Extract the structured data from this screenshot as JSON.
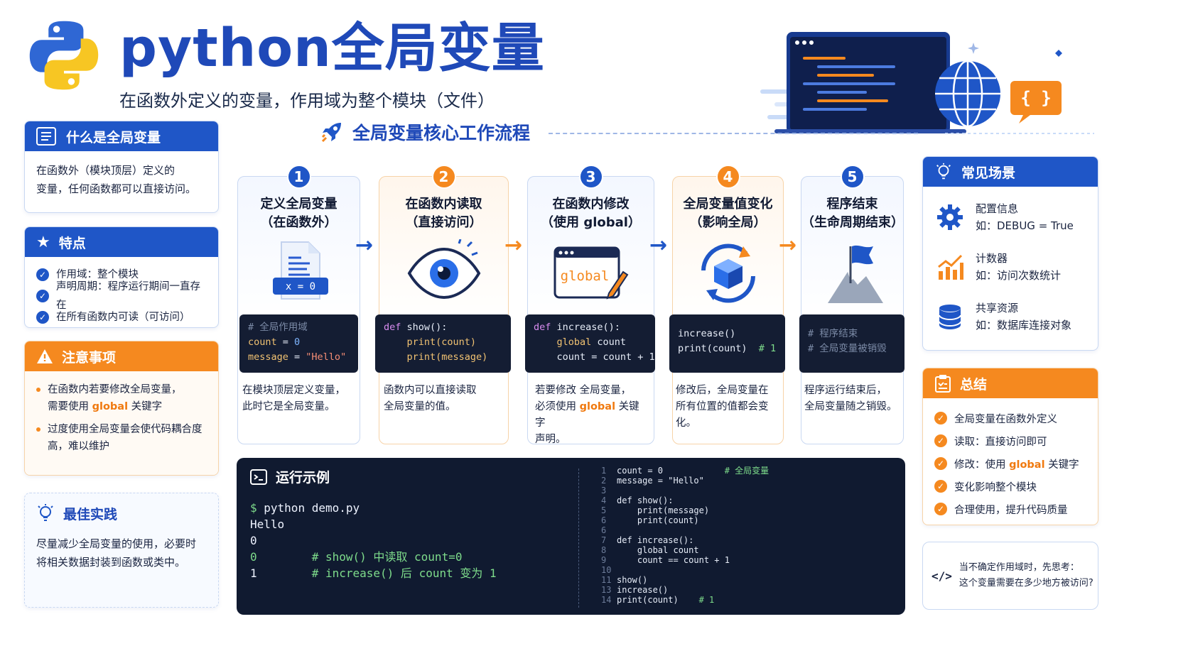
{
  "header": {
    "title": "python全局变量",
    "subtitle": "在函数外定义的变量，作用域为整个模块（文件）"
  },
  "hero": {
    "code_tag": "{ }"
  },
  "what": {
    "title": "什么是全局变量",
    "lines": [
      "在函数外（模块顶层）定义的",
      "变量，任何函数都可以直接访问。"
    ]
  },
  "features": {
    "title": "特点",
    "items": [
      "作用域：整个模块",
      "声明周期：程序运行期间一直存在",
      "在所有函数内可读（可访问）"
    ]
  },
  "notes": {
    "title": "注意事项",
    "item1_a": "在函数内若要修改全局变量，",
    "item1_b_pre": "需要使用 ",
    "item1_b_kw": "global",
    "item1_b_post": " 关键字",
    "item2_a": "过度使用全局变量会使代码耦合度",
    "item2_b": "高，难以维护"
  },
  "best": {
    "title": "最佳实践",
    "lines": [
      "尽量减少全局变量的使用，必要时",
      "将相关数据封装到函数或类中。"
    ]
  },
  "flow": {
    "title": "全局变量核心工作流程",
    "steps": [
      {
        "num": "1",
        "title1": "定义全局变量",
        "title2": "（在函数外）",
        "icon_label": "x = 0",
        "desc": [
          "在模块顶层定义变量，",
          "此时它是全局变量。"
        ]
      },
      {
        "num": "2",
        "title1": "在函数内读取",
        "title2": "（直接访问）",
        "desc": [
          "函数内可以直接读取",
          "全局变量的值。"
        ]
      },
      {
        "num": "3",
        "title1": "在函数内修改",
        "title2": "（使用 global）",
        "icon_label": "global",
        "desc_a": "若要修改 全局变量，",
        "desc_b_pre": "必须使用 ",
        "desc_b_kw": "global",
        "desc_b_post": " 关键字",
        "desc_c": "声明。"
      },
      {
        "num": "4",
        "title1": "全局变量值变化",
        "title2": "（影响全局）",
        "desc": [
          "修改后，全局变量在",
          "所有位置的值都会变化。"
        ]
      },
      {
        "num": "5",
        "title1": "程序结束",
        "title2": "（生命周期结束）",
        "desc": [
          "程序运行结束后，",
          "全局变量随之销毁。"
        ]
      }
    ],
    "code": {
      "s1": {
        "c1": "# 全局作用域",
        "a1": "count",
        "o1": " = ",
        "v1": "0",
        "a2": "message",
        "o2": " = ",
        "v2": "\"Hello\""
      },
      "s2": {
        "k": "def",
        "f": " show():",
        "p1": "    print",
        "p1a": "(count)",
        "p2": "    print",
        "p2a": "(message)"
      },
      "s3": {
        "k": "def",
        "f": " increase():",
        "g": "    global",
        "g2": " count",
        "l3": "    count = count + 1"
      },
      "s4": {
        "l1": "increase()",
        "l2": "print(count)",
        "c2": "  # 1"
      },
      "s5": {
        "c1": "# 程序结束",
        "c2": "# 全局变量被销毁"
      }
    }
  },
  "run": {
    "title": "运行示例",
    "prompt": "$",
    "cmd": " python demo.py",
    "out1": "Hello",
    "out2": "0",
    "out3": "0",
    "c3": "        # show() 中读取 count=0",
    "out4": "1",
    "c4": "        # increase() 后 count 变为 1",
    "src": [
      {
        "n": "1",
        "t": "count = 0",
        "c": "            # 全局变量"
      },
      {
        "n": "2",
        "t": "message = \"Hello\"",
        "c": ""
      },
      {
        "n": "3",
        "t": "",
        "c": ""
      },
      {
        "n": "4",
        "t": "def show():",
        "c": ""
      },
      {
        "n": "5",
        "t": "    print(message)",
        "c": ""
      },
      {
        "n": "6",
        "t": "    print(count)",
        "c": ""
      },
      {
        "n": "6",
        "t": "",
        "c": ""
      },
      {
        "n": "7",
        "t": "def increase():",
        "c": ""
      },
      {
        "n": "8",
        "t": "    global count",
        "c": ""
      },
      {
        "n": "9",
        "t": "    count == count + 1",
        "c": ""
      },
      {
        "n": "10",
        "t": "",
        "c": ""
      },
      {
        "n": "11",
        "t": "show()",
        "c": ""
      },
      {
        "n": "13",
        "t": "increase()",
        "c": ""
      },
      {
        "n": "14",
        "t": "print(count)",
        "c": "    # 1"
      }
    ]
  },
  "scenes": {
    "title": "常见场景",
    "items": [
      {
        "name": "配置信息",
        "ex": "如：DEBUG = True"
      },
      {
        "name": "计数器",
        "ex": "如：访问次数统计"
      },
      {
        "name": "共享资源",
        "ex": "如：数据库连接对象"
      }
    ]
  },
  "summary": {
    "title": "总结",
    "items": [
      "全局变量在函数外定义",
      "读取：直接访问即可"
    ],
    "item3_pre": "修改：使用 ",
    "item3_kw": "global",
    "item3_post": " 关键字",
    "item4": "变化影响整个模块",
    "item5": "合理使用，提升代码质量"
  },
  "tip": {
    "icon": "</>",
    "lines": [
      "当不确定作用域时，先思考：",
      "这个变量需要在多少地方被访问?"
    ]
  },
  "colors": {
    "blue": "#1f56c7",
    "orange": "#f5891f",
    "dark": "#141d33"
  }
}
